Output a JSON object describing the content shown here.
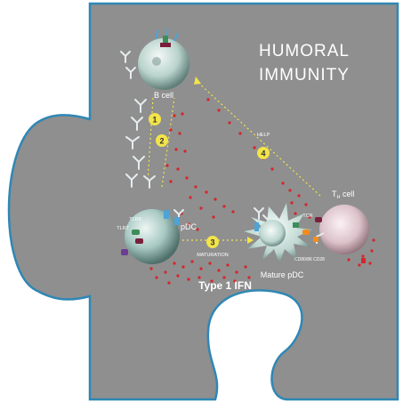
{
  "title_line1": "HUMORAL",
  "title_line2": "IMMUNITY",
  "cells": {
    "b_cell": "B cell",
    "pdc": "pDC",
    "mature_pdc": "Mature pDC",
    "th_cell_main": "T",
    "th_cell_sub": "H",
    "th_cell_suffix": " cell"
  },
  "labels": {
    "tlr9": "TLR9",
    "tlr7": "TLR7",
    "maturation": "MATURATION",
    "help": "HELP",
    "tcr": "TCR",
    "costim": "CD80/86 CD28",
    "type1ifn": "Type 1 IFN"
  },
  "steps": [
    "1",
    "2",
    "3",
    "4"
  ],
  "colors": {
    "puzzle_fill": "#8f8f8f",
    "puzzle_stroke": "#2f87b5",
    "step_badge": "#f2e44a",
    "ifn_dots": "#d8242a",
    "antibody": "#e6ecef",
    "receptor_blue": "#4da3d6",
    "receptor_green": "#3c8d5a",
    "receptor_purple": "#6b3e91",
    "receptor_orange": "#f28e1c",
    "receptor_maroon": "#7a1f3a",
    "cell_body": "#cfe3de",
    "th_body": "#e9d6dd"
  }
}
